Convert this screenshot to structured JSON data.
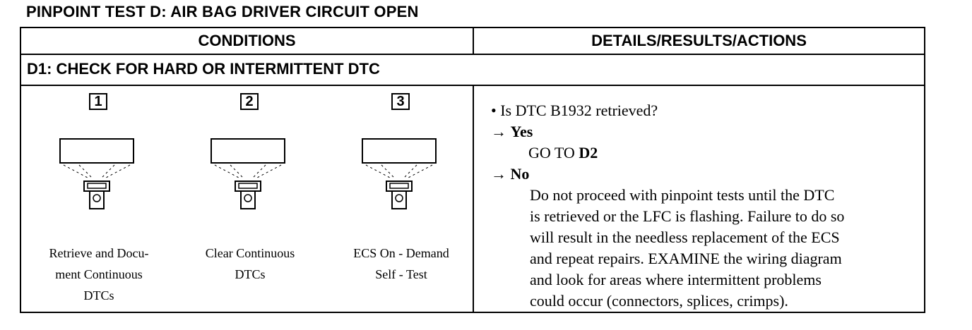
{
  "title": "PINPOINT TEST D: AIR BAG DRIVER CIRCUIT OPEN",
  "headers": {
    "conditions": "CONDITIONS",
    "details": "DETAILS/RESULTS/ACTIONS"
  },
  "step_title": "D1: CHECK FOR HARD OR INTERMITTENT DTC",
  "steps": [
    {
      "number": "1",
      "caption_lines": [
        "Retrieve and Docu-",
        "ment Continuous",
        "DTCs"
      ]
    },
    {
      "number": "2",
      "caption_lines": [
        "Clear Continuous",
        "DTCs"
      ]
    },
    {
      "number": "3",
      "caption_lines": [
        "ECS On - Demand",
        "Self - Test"
      ]
    }
  ],
  "results": {
    "question": "• Is DTC B1932 retrieved?",
    "yes_arrow": "→",
    "yes_label": "Yes",
    "yes_action_prefix": "GO TO",
    "yes_action_target": "D2",
    "no_arrow": "→",
    "no_label": "No",
    "no_text_lines": [
      "Do not proceed with pinpoint tests until the DTC",
      "is retrieved or the LFC is flashing. Failure to do so",
      "will result in the needless replacement of the ECS",
      "and repeat repairs. EXAMINE the wiring diagram",
      "and look for areas where intermittent problems",
      "could occur (connectors, splices, crimps)."
    ]
  }
}
